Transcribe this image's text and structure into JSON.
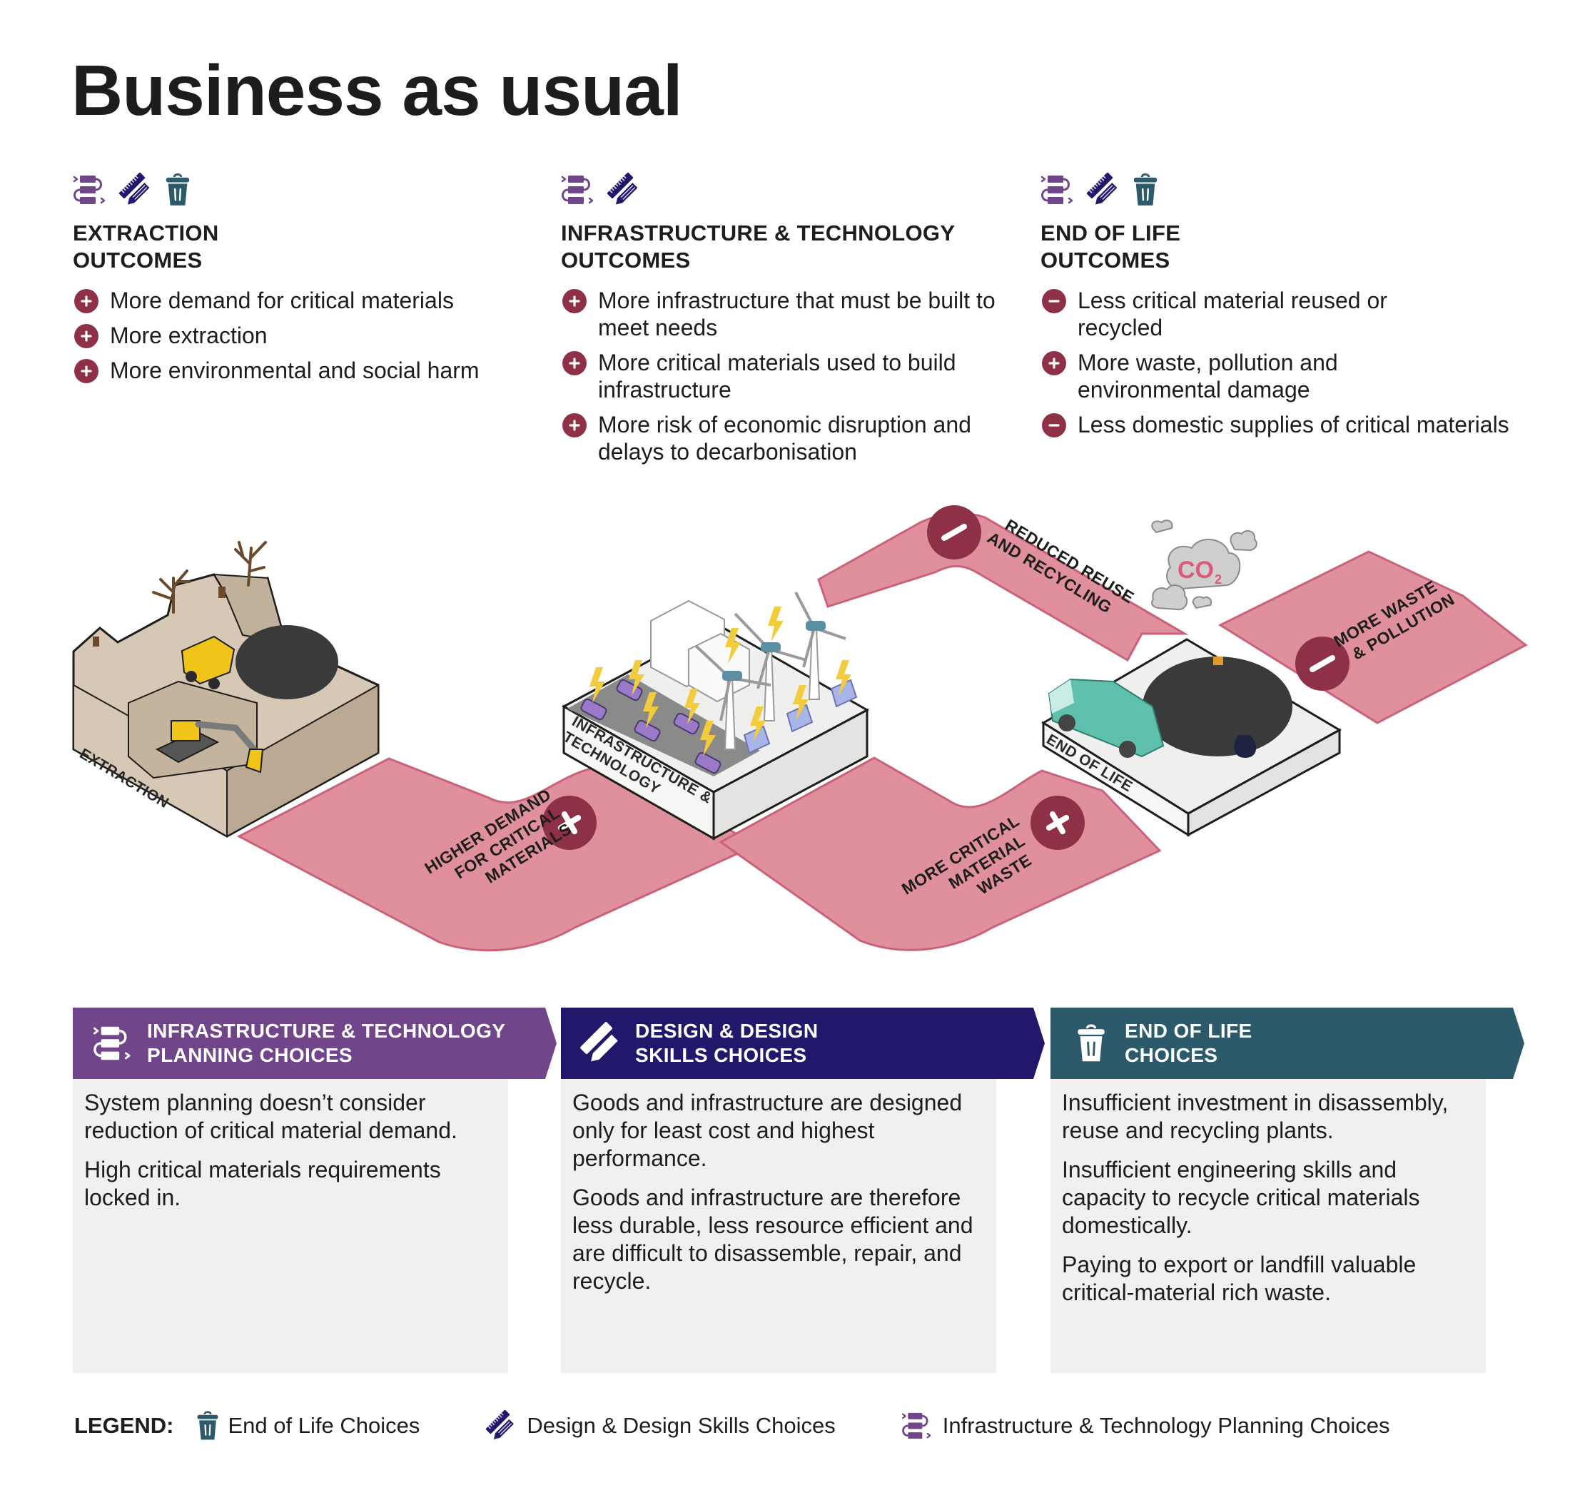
{
  "page": {
    "title": "Business as usual"
  },
  "colors": {
    "infrastructure_purple": "#71458a",
    "design_navy": "#22186b",
    "end_of_life_teal": "#2d5a6b",
    "badge_maroon": "#8e3146",
    "ribbon_pink": "#e08f9c",
    "ribbon_outline": "#c9627a",
    "panel_grey": "#f0f0ee",
    "text_dark": "#1d1d1b"
  },
  "outcomes": [
    {
      "heading_line1": "EXTRACTION",
      "heading_line2": "OUTCOMES",
      "icons": [
        "infrastructure-planning-icon",
        "design-ruler-pencil-icon",
        "trash-bin-icon"
      ],
      "items": [
        {
          "sign": "plus",
          "text": "More demand for critical materials"
        },
        {
          "sign": "plus",
          "text": "More extraction"
        },
        {
          "sign": "plus",
          "text": "More environmental and social harm"
        }
      ]
    },
    {
      "heading_line1": "INFRASTRUCTURE & TECHNOLOGY",
      "heading_line2": "OUTCOMES",
      "icons": [
        "infrastructure-planning-icon",
        "design-ruler-pencil-icon"
      ],
      "items": [
        {
          "sign": "plus",
          "text": "More infrastructure that must be built to meet needs"
        },
        {
          "sign": "plus",
          "text": "More critical materials used to build infrastructure"
        },
        {
          "sign": "plus",
          "text": "More risk of economic disruption and delays to decarbonisation"
        }
      ]
    },
    {
      "heading_line1": "END OF LIFE",
      "heading_line2": "OUTCOMES",
      "icons": [
        "infrastructure-planning-icon",
        "design-ruler-pencil-icon",
        "trash-bin-icon"
      ],
      "items": [
        {
          "sign": "minus",
          "text": "Less critical material reused or recycled"
        },
        {
          "sign": "plus",
          "text": "More waste, pollution and environmental damage"
        },
        {
          "sign": "minus",
          "text": "Less domestic supplies of critical materials"
        }
      ]
    }
  ],
  "illustration": {
    "blocks": {
      "extraction": "EXTRACTION",
      "infrastructure_line1": "INFRASTRUCTURE &",
      "infrastructure_line2": "TECHNOLOGY",
      "end_of_life": "END OF LIFE"
    },
    "ribbons": [
      {
        "sign": "plus",
        "line1": "HIGHER DEMAND",
        "line2": "FOR CRITICAL",
        "line3": "MATERIALS"
      },
      {
        "sign": "minus",
        "line1": "REDUCED REUSE",
        "line2": "AND RECYCLING"
      },
      {
        "sign": "plus",
        "line1": "MORE CRITICAL",
        "line2": "MATERIAL",
        "line3": "WASTE"
      },
      {
        "sign": "minus",
        "line1": "MORE WASTE",
        "line2": "& POLLUTION"
      }
    ],
    "co2_label": "CO",
    "co2_subscript": "2"
  },
  "choices": [
    {
      "heading_line1": "INFRASTRUCTURE & TECHNOLOGY",
      "heading_line2": "PLANNING CHOICES",
      "icon": "infrastructure-planning-icon",
      "paragraphs": [
        "System planning doesn’t consider reduction of critical material demand.",
        "High critical materials requirements locked in."
      ]
    },
    {
      "heading_line1": "DESIGN & DESIGN",
      "heading_line2": "SKILLS CHOICES",
      "icon": "design-ruler-pencil-icon",
      "paragraphs": [
        "Goods and infrastructure are designed only for least cost and highest performance.",
        "Goods and infrastructure are therefore less durable, less resource efficient and are difficult to disassemble, repair, and recycle."
      ]
    },
    {
      "heading_line1": "END OF LIFE",
      "heading_line2": "CHOICES",
      "icon": "trash-bin-icon",
      "paragraphs": [
        "Insufficient investment in disassembly, reuse and recycling plants.",
        "Insufficient engineering skills and capacity to recycle critical materials domestically.",
        "Paying to export or landfill valuable critical-material rich waste."
      ]
    }
  ],
  "legend": {
    "title": "LEGEND:",
    "items": [
      {
        "icon": "trash-bin-icon",
        "label": "End of Life Choices"
      },
      {
        "icon": "design-ruler-pencil-icon",
        "label": "Design & Design Skills Choices"
      },
      {
        "icon": "infrastructure-planning-icon",
        "label": "Infrastructure & Technology Planning Choices"
      }
    ]
  }
}
